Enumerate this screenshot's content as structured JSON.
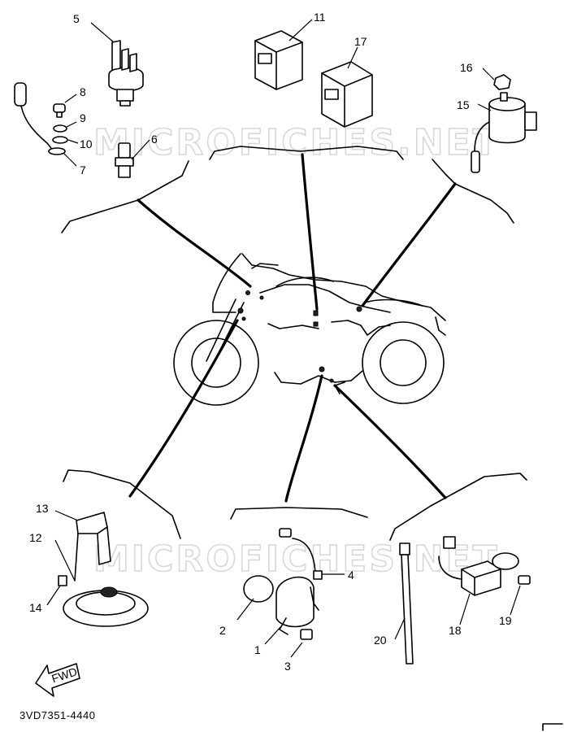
{
  "watermark": "MICROFICHES.NET",
  "fwd_label": "FWD",
  "diagram_code": "3VD7351-4440",
  "callouts": [
    "1",
    "2",
    "3",
    "4",
    "5",
    "6",
    "7",
    "8",
    "9",
    "10",
    "11",
    "12",
    "13",
    "14",
    "15",
    "16",
    "17",
    "18",
    "19",
    "20"
  ]
}
